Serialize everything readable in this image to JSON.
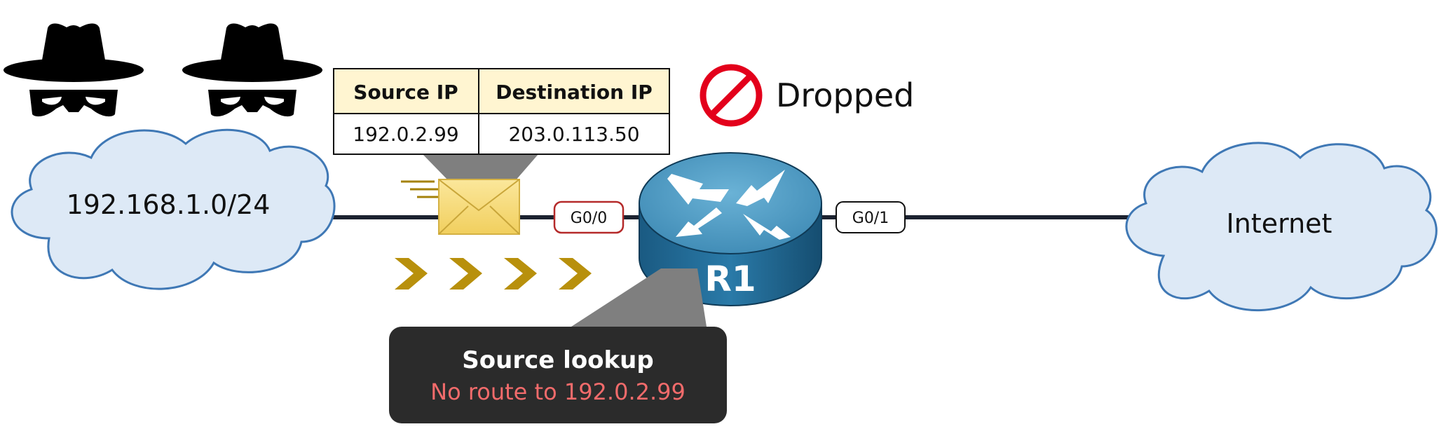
{
  "left_network": {
    "label": "192.168.1.0/24"
  },
  "right_network": {
    "label": "Internet"
  },
  "router": {
    "label": "R1"
  },
  "interfaces": {
    "left": "G0/0",
    "right": "G0/1"
  },
  "packet_header": {
    "headers": [
      "Source IP",
      "Destination IP"
    ],
    "values": [
      "192.0.2.99",
      "203.0.113.50"
    ]
  },
  "result": {
    "label": "Dropped",
    "icon": "no-entry-icon",
    "color": "#e3001b"
  },
  "callout": {
    "title": "Source lookup",
    "message": "No route to 192.0.2.99",
    "message_color": "#f26b6b"
  },
  "icons": {
    "attackers": [
      "spy-icon",
      "spy-icon"
    ],
    "packet": "envelope-icon",
    "direction": [
      "chevron-right-icon",
      "chevron-right-icon",
      "chevron-right-icon",
      "chevron-right-icon"
    ]
  },
  "colors": {
    "cloud_fill": "#dde9f6",
    "cloud_stroke": "#3f78b5",
    "link": "#1c2230",
    "router_top": "#4d9ac2",
    "router_side": "#1f6690",
    "envelope": "#f6d97a",
    "chevron": "#b8900c",
    "left_interface_border": "#b52a2a"
  }
}
